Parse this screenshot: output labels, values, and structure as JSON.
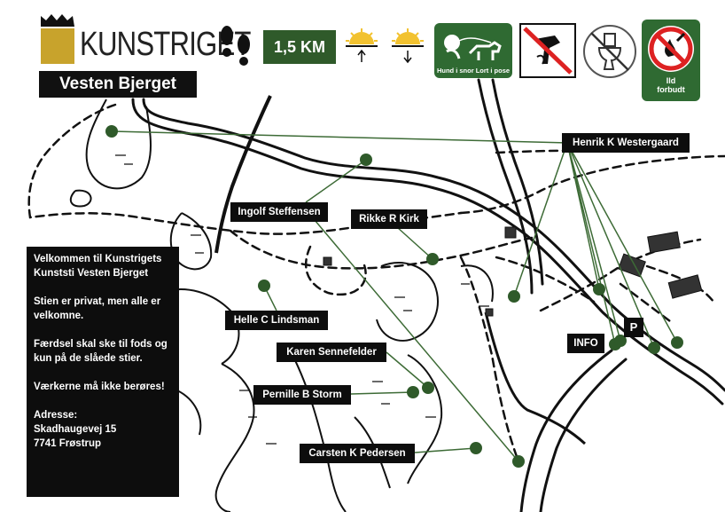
{
  "header": {
    "brand": "KUNSTRIGET",
    "subtitle": "Vesten Bjerget",
    "distance": "1,5 KM",
    "dog_sign_caption": "Hund i snor Lort i pose",
    "fire_sign_caption_line1": "Ild",
    "fire_sign_caption_line2": "forbudt"
  },
  "icons": [
    "footprints-icon",
    "sunrise-icon",
    "sunset-icon",
    "dog-on-leash-sign-icon",
    "no-picking-sign-icon",
    "no-toilet-sign-icon",
    "no-fire-sign-icon"
  ],
  "colors": {
    "marker": "#2f5a2a",
    "label_bg": "#0d0d0d",
    "logo_gold": "#c8a32c",
    "sign_green": "#2f6a32"
  },
  "artists": [
    {
      "name": "Henrik K Westergaard"
    },
    {
      "name": "Ingolf Steffensen"
    },
    {
      "name": "Rikke R Kirk"
    },
    {
      "name": "Helle C Lindsman"
    },
    {
      "name": "Karen Sennefelder"
    },
    {
      "name": "Pernille B Storm"
    },
    {
      "name": "Carsten K Pedersen"
    }
  ],
  "info": {
    "p1": "Velkommen til Kunstrigets Kunststi Vesten Bjerget",
    "p2": "Stien er privat, men alle er velkomne.",
    "p3": "Færdsel skal ske til fods og kun på de slåede stier.",
    "p4": "Værkerne må ikke berøres!",
    "address_label": "Adresse:",
    "address_line1": "Skadhaugevej 15",
    "address_line2": "7741 Frøstrup"
  },
  "map_labels": {
    "info": "INFO",
    "parking": "P"
  }
}
